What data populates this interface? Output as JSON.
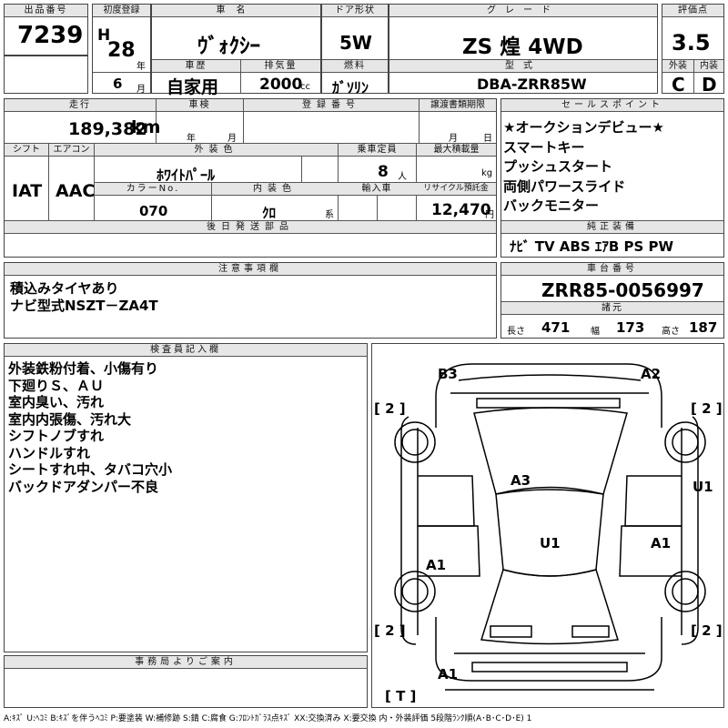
{
  "header": {
    "lot_label": "出品番号",
    "lot": "7239",
    "reg_label": "初度登録",
    "era": "H",
    "year": "28",
    "year_unit": "年",
    "month": "6",
    "month_unit": "月",
    "car_name_label": "車名",
    "car_name": "ｳﾞｫｸｼｰ",
    "door_label": "ドア形状",
    "door": "5W",
    "grade_label": "グレード",
    "grade": "ZS 煌 4WD",
    "score_label": "評価点",
    "score": "3.5",
    "ext_label": "外装",
    "ext": "C",
    "int_label": "内装",
    "int": "D",
    "history_label": "車歴",
    "history": "自家用",
    "displacement_label": "排気量",
    "displacement": "2000",
    "displacement_unit": "cc",
    "fuel_label": "燃料",
    "fuel": "ｶﾞｿﾘﾝ",
    "model_label": "型式",
    "model": "DBA-ZRR85W"
  },
  "info": {
    "mileage_label": "走行",
    "mileage": "189,382",
    "mileage_unit": "km",
    "inspection_label": "車検",
    "insp_year_unit": "年",
    "insp_month_unit": "月",
    "regno_label": "登録番号",
    "transfer_label": "譲渡書類期限",
    "transfer_month_unit": "月",
    "transfer_day_unit": "日",
    "shift_label": "シフト",
    "shift": "IAT",
    "ac_label": "エアコン",
    "ac": "AAC",
    "exterior_color_label": "外装色",
    "exterior_color": "ﾎﾜｲﾄﾊﾟｰﾙ",
    "capacity_label": "乗車定員",
    "capacity": "8",
    "capacity_unit": "人",
    "load_label": "最大積載量",
    "load_unit": "kg",
    "color_no_label": "カラーNo.",
    "color_no": "070",
    "interior_color_label": "内装色",
    "interior_color": "ｸﾛ",
    "interior_color_unit": "系",
    "import_label": "輸入車",
    "recycle_label": "リサイクル預託金",
    "recycle": "12,470",
    "recycle_unit": "円",
    "later_parts_label": "後日発送部品"
  },
  "sales_points": {
    "label": "セールスポイント",
    "items": [
      "★オークションデビュー★",
      "スマートキー",
      "プッシュスタート",
      "両側パワースライド",
      "バックモニター"
    ]
  },
  "equipment": {
    "label": "純正装備",
    "value": "ﾅﾋﾞ TV ABS ｴｱB PS PW"
  },
  "notes": {
    "label": "注意事項欄",
    "items": [
      "積込みタイヤあり",
      "ナビ型式NSZT－ZA4T"
    ]
  },
  "chassis": {
    "label": "車台番号",
    "value": "ZRR85-0056997"
  },
  "spec": {
    "label": "諸元",
    "length_label": "長さ",
    "length": "471",
    "width_label": "幅",
    "width": "173",
    "height_label": "高さ",
    "height": "187"
  },
  "inspector": {
    "label": "検査員記入欄",
    "items": [
      "外装鉄粉付着、小傷有り",
      "下廻りＳ、ＡＵ",
      "室内臭い、汚れ",
      "室内内張傷、汚れ大",
      "シフトノブすれ",
      "ハンドルすれ",
      "シートすれ中、タバコ穴小",
      "バックドアダンパー不良"
    ]
  },
  "office": {
    "label": "事務局よりご案内"
  },
  "diagram": {
    "b3": "B3",
    "a2": "A2",
    "a3": "A3",
    "u1_center": "U1",
    "u1_right": "U1",
    "a1_left": "A1",
    "a1_right": "A1",
    "a1_bottom": "A1",
    "tire_fl": "[ 2 ]",
    "tire_fr": "[ 2 ]",
    "tire_rl": "[ 2 ]",
    "tire_rr": "[ 2 ]",
    "spare": "[ T ]"
  },
  "legend": "A:ｷｽﾞ U:ﾍｺﾐ B:ｷｽﾞを伴うﾍｺﾐ P:要塗装 W:補修跡 S:錆 C:腐食 G:ﾌﾛﾝﾄｶﾞﾗｽ点ｷｽﾞ XX:交換済み X:要交換 内・外装評価 5段階ﾗﾝｸ順(A･B･C･D･E) 1"
}
